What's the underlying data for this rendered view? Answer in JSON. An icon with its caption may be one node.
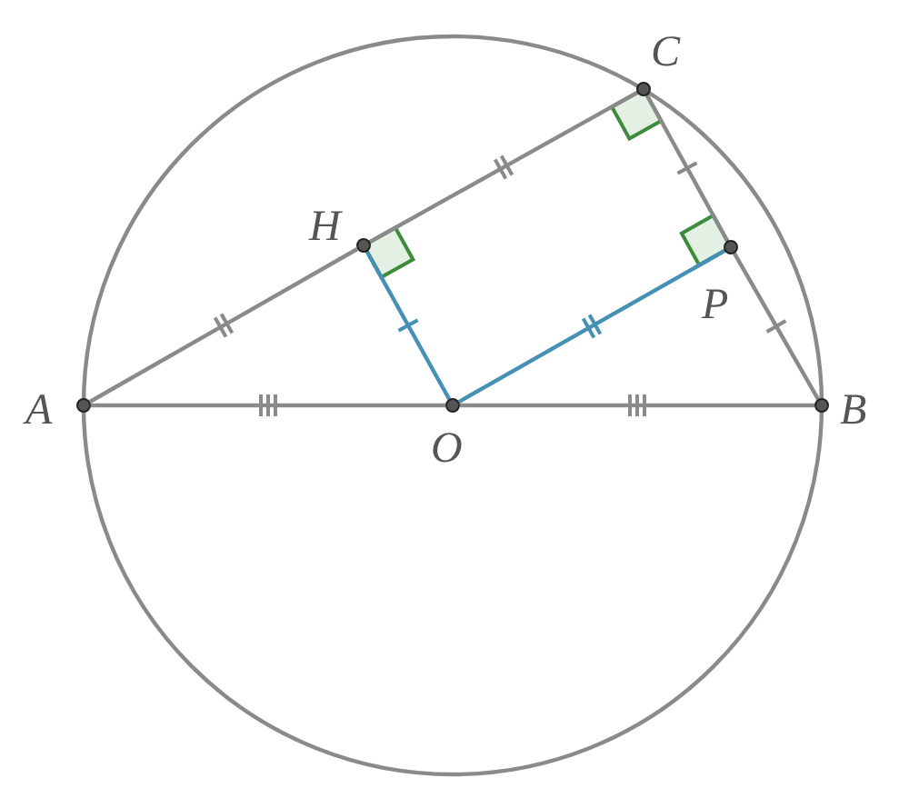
{
  "diagram": {
    "nodes": [
      {
        "text": [
          "C"
        ]
      },
      {
        "text": [
          "H"
        ]
      },
      {
        "text": [
          "P"
        ]
      },
      {
        "text": [
          "A"
        ]
      },
      {
        "text": [
          "B"
        ]
      },
      {
        "text": [
          "O"
        ]
      }
    ],
    "edges": [
      {
        "from": 3,
        "to": 1,
        "arrow": "none"
      },
      {
        "from": 1,
        "to": 0,
        "arrow": "none"
      },
      {
        "from": 0,
        "to": 2,
        "arrow": "none"
      },
      {
        "from": 2,
        "to": 4,
        "arrow": "none"
      },
      {
        "from": 3,
        "to": 5,
        "arrow": "none"
      },
      {
        "from": 5,
        "to": 4,
        "arrow": "none"
      },
      {
        "from": 1,
        "to": 5,
        "arrow": "none",
        "color": "#4590b4"
      },
      {
        "from": 5,
        "to": 2,
        "arrow": "none",
        "color": "#4590b4"
      }
    ]
  }
}
